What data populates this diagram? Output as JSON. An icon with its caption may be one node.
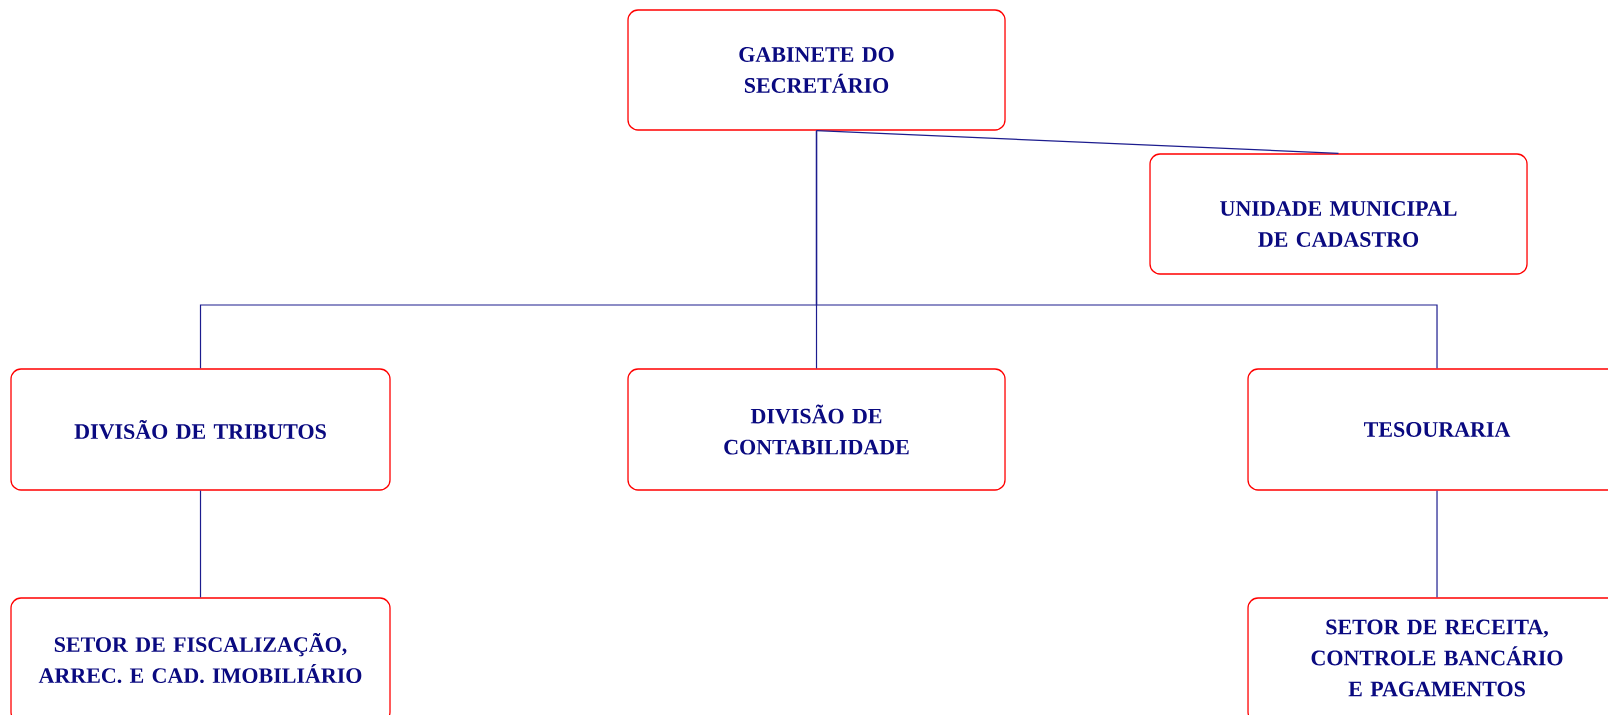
{
  "diagram": {
    "nodes": [
      {
        "text": [
          "GABINETE DO SECRETÁRIO"
        ]
      },
      {
        "text": [
          "UNIDADE MUNICIPAL DE CADASTRO"
        ]
      },
      {
        "text": [
          "DIVISÃO DE TRIBUTOS"
        ]
      },
      {
        "text": [
          "DIVISÃO DE CONTABILIDADE"
        ]
      },
      {
        "text": [
          "TESOURARIA"
        ]
      },
      {
        "text": [
          "SETOR DE FISCALIZAÇÃO, ARREC. E CAD. IMOBILIÁRIO"
        ]
      },
      {
        "text": [
          "SETOR DE RECEITA, CONTROLE BANCÁRIO E PAGAMENTOS"
        ]
      }
    ],
    "edges": [
      {
        "from": 0,
        "to": 1,
        "arrow": "none"
      },
      {
        "from": 0,
        "to": 2,
        "arrow": "none"
      },
      {
        "from": 0,
        "to": 3,
        "arrow": "none"
      },
      {
        "from": 0,
        "to": 4,
        "arrow": "none"
      },
      {
        "from": 2,
        "to": 5,
        "arrow": "none"
      },
      {
        "from": 4,
        "to": 6,
        "arrow": "none"
      }
    ]
  }
}
